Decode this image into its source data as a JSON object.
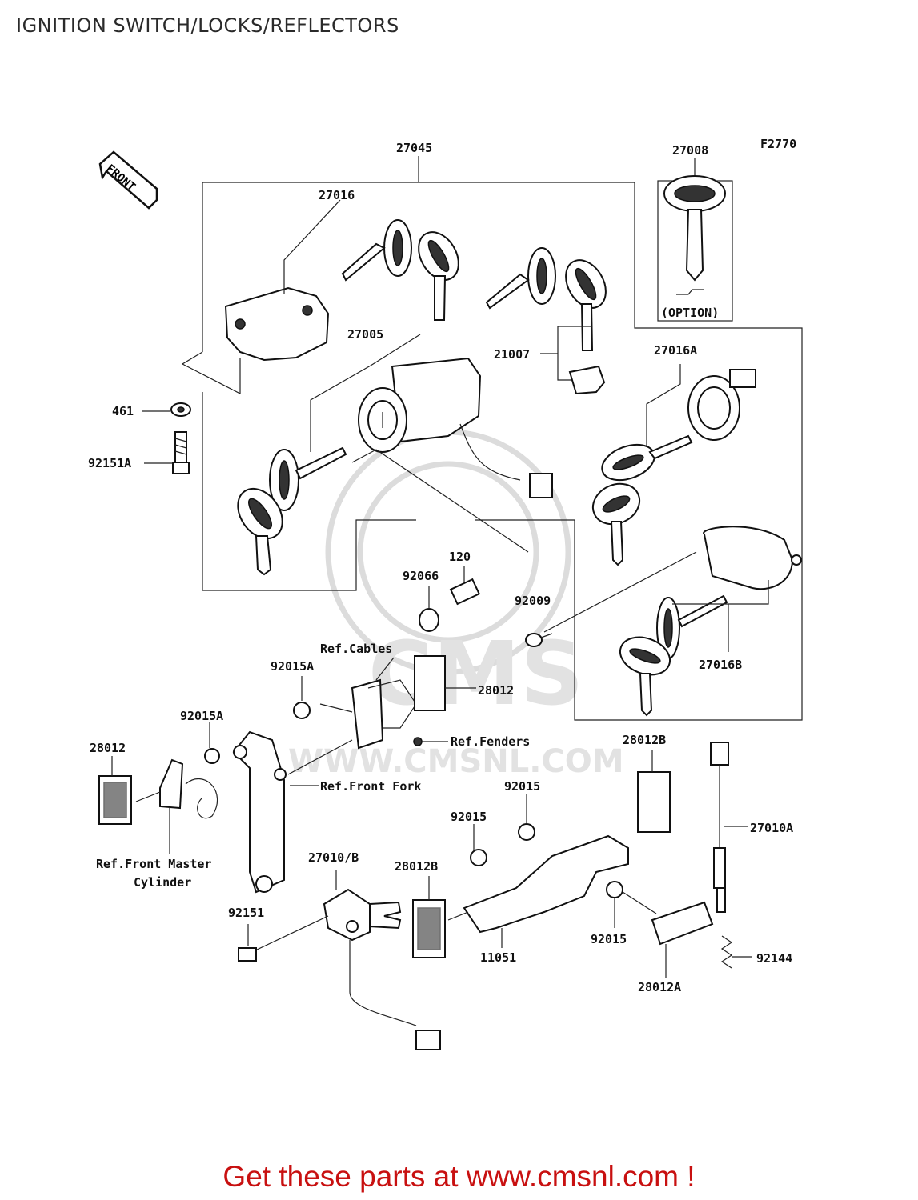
{
  "title": "IGNITION SWITCH/LOCKS/REFLECTORS",
  "figure_code": "F2770",
  "front_marker": "FRONT",
  "option_label": "(OPTION)",
  "watermark": {
    "brand": "CMS",
    "url": "WWW.CMSNL.COM"
  },
  "footer": "Get these parts at www.cmsnl.com !",
  "parts": {
    "p27045": "27045",
    "p27008": "27008",
    "p27016": "27016",
    "p27005": "27005",
    "p21007": "21007",
    "p27016A": "27016A",
    "p461": "461",
    "p92151A": "92151A",
    "p120": "120",
    "p92066": "92066",
    "p92009": "92009",
    "p27016B": "27016B",
    "p92015A_1": "92015A",
    "p28012_1": "28012",
    "p92015A_2": "92015A",
    "p28012_2": "28012",
    "p28012B_1": "28012B",
    "p92015_1": "92015",
    "p27010A": "27010A",
    "p92015_2": "92015",
    "p27010B": "27010/B",
    "p28012B_2": "28012B",
    "p92151": "92151",
    "p11051": "11051",
    "p92015_3": "92015",
    "p28012A": "28012A",
    "p92144": "92144"
  },
  "references": {
    "cables": "Ref.Cables",
    "fenders": "Ref.Fenders",
    "front_fork": "Ref.Front Fork",
    "front_master_1": "Ref.Front Master",
    "front_master_2": "Cylinder"
  }
}
